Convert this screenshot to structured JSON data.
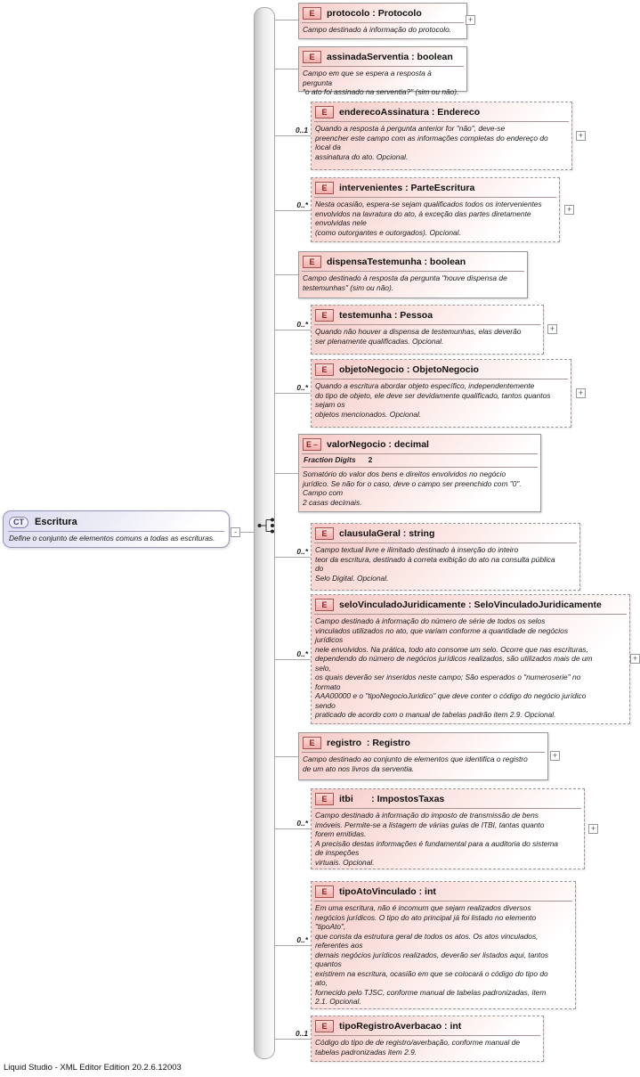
{
  "app": {
    "status_bar": "Liquid Studio - XML Editor Edition 20.2.6.12003"
  },
  "icons": {
    "element_letter": "E",
    "plus": "+",
    "collapse": "-",
    "facet_marker": "–"
  },
  "complex_type": {
    "badge": "CT",
    "name": "Escritura",
    "description": "Define o conjunto de elementos comuns a todas as escrituras."
  },
  "elements": [
    {
      "title": "protocolo : Protocolo",
      "cardinality": "",
      "description": "Campo destinado à informação do protocolo."
    },
    {
      "title": "assinadaServentia : boolean",
      "cardinality": "",
      "description": "Campo em que se espera a resposta à pergunta\n\"o ato foi assinado na serventia?\" (sim ou não)."
    },
    {
      "title": "enderecoAssinatura : Endereco",
      "cardinality": "0..1",
      "description": "Quando a resposta à pergunta anterior for \"não\", deve-se\npreencher este campo com as informações completas do endereço do\nlocal da\nassinatura do ato. Opcional."
    },
    {
      "title": "intervenientes : ParteEscritura",
      "cardinality": "0..*",
      "description": "Nesta ocasião, espera-se sejam qualificados todos os intervenientes\nenvolvidos na lavratura do ato, à exceção das partes diretamente\nenvolvidas nele\n(como outorgantes e outorgados). Opcional."
    },
    {
      "title": "dispensaTestemunha : boolean",
      "cardinality": "",
      "description": "Campo destinado à resposta da pergunta \"houve dispensa de\ntestemunhas\" (sim ou não)."
    },
    {
      "title": "testemunha : Pessoa",
      "cardinality": "0..*",
      "description": "Quando não houver a dispensa de testemunhas, elas deverão\nser plenamente qualificadas. Opcional."
    },
    {
      "title": "objetoNegocio : ObjetoNegocio",
      "cardinality": "0..*",
      "description": "Quando a escritura abordar objeto específico, independentemente\ndo tipo de objeto, ele deve ser devidamente qualificado, tantos quantos\nsejam os\nobjetos mencionados. Opcional."
    },
    {
      "title": "valorNegocio : decimal",
      "cardinality": "",
      "facet": {
        "label": "Fraction Digits",
        "value": "2"
      },
      "description": "Somatório do valor dos bens e direitos envolvidos no negócio\njurídico. Se não for o caso, deve o campo ser preenchido com \"0\".\nCampo com\n2 casas decimais."
    },
    {
      "title": "clausulaGeral : string",
      "cardinality": "0..*",
      "description": "Campo textual livre e ilimitado destinado à inserção do inteiro\nteor da escritura, destinado à correta exibição do ato na consulta pública\ndo\nSelo Digital. Opcional."
    },
    {
      "title": "seloVinculadoJuridicamente : SeloVinculadoJuridicamente",
      "cardinality": "0..*",
      "description": "Campo destinado à informação do número de série de todos os selos\nvinculados utilizados no ato, que variam conforme a quantidade de negócios\njurídicos\nnele envolvidos. Na prática, todo ato consome um selo. Ocorre que nas escrituras,\ndependendo do número de negócios jurídicos realizados, são utilizados mais de um\nselo,\nos quais deverão ser inseridos neste campo; São esperados o \"numeroserie\" no\nformato\nAAA00000 e o \"tipoNegocioJuridico\" que deve conter o código do negócio jurídico\nsendo\npraticado de acordo com o manual de tabelas padrão item 2.9. Opcional."
    },
    {
      "title": "registro  : Registro",
      "cardinality": "",
      "description": "Campo destinado ao conjunto de elementos que identifica o registro\nde um ato nos livros da serventia."
    },
    {
      "title": "itbi       : ImpostosTaxas",
      "cardinality": "0..*",
      "description": "Campo destinado à informação do imposto de transmissão de bens\nimóveis. Permite-se a listagem de várias guias de ITBI, tantas quanto\nforem emitidas.\nA precisão destas informações é fundamental para a auditoria do sistema\nde inspeções\nvirtuais. Opcional."
    },
    {
      "title": "tipoAtoVinculado : int",
      "cardinality": "0..*",
      "description": "Em uma escritura, não é incomum que sejam realizados diversos\nnegócios jurídicos. O tipo do ato principal já foi listado no elemento\n\"tipoAto\",\nque consta da estrutura geral de todos os atos. Os atos vinculados,\nreferentes aos\ndemais negócios jurídicos realizados, deverão ser listados aqui, tantos\nquantos\nexistirem na escritura, ocasião em que se colocará o código do tipo do\nato,\nfornecido pelo TJSC, conforme manual de tabelas padronizadas, item\n2.1. Opcional."
    },
    {
      "title": "tipoRegistroAverbacao : int",
      "cardinality": "0..1",
      "description": "Código do tipo de de registro/averbação, conforme manual de\ntabelas padronizadas item 2.9."
    }
  ]
}
